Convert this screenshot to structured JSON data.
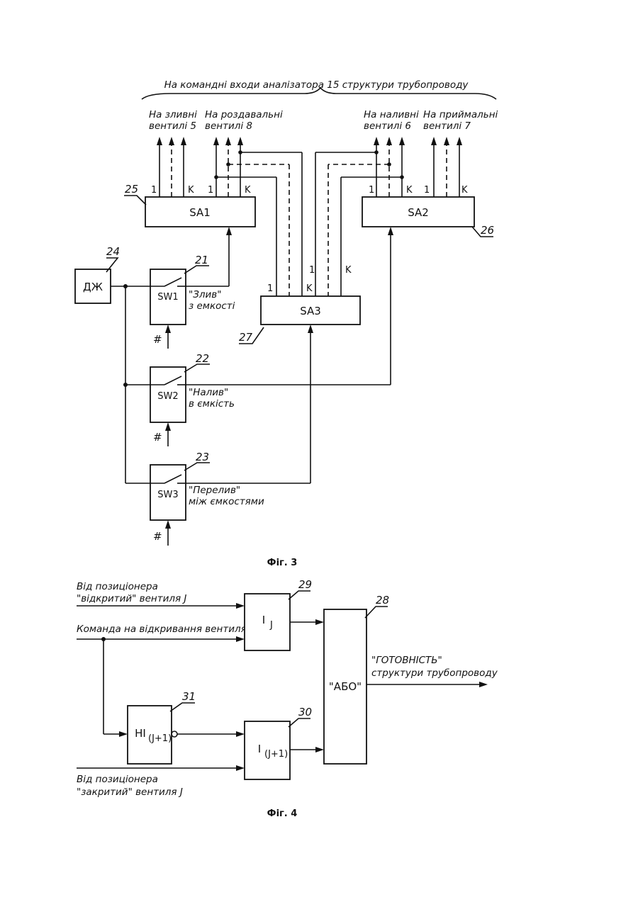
{
  "fig3": {
    "top_caption": "На командні входи аналізатора 15 структури трубопроводу",
    "outputs": {
      "drain_line1": "На зливні",
      "drain_line2": "вентилі 5",
      "dispense_line1": "На роздавальні",
      "dispense_line2": "вентилі 8",
      "fill_line1": "На наливні",
      "fill_line2": "вентилі 6",
      "receive_line1": "На приймальні",
      "receive_line2": "вентилі 7"
    },
    "pins": {
      "one": "1",
      "k": "K"
    },
    "blocks": {
      "sa1": "SA1",
      "sa2": "SA2",
      "sa3": "SA3",
      "dzh": "ДЖ",
      "sw1": "SW1",
      "sw2": "SW2",
      "sw3": "SW3"
    },
    "labels": {
      "n21": "21",
      "n22": "22",
      "n23": "23",
      "n24": "24",
      "n25": "25",
      "n26": "26",
      "n27": "27"
    },
    "switch_notes": {
      "sw1_line1": "\"Злив\"",
      "sw1_line2": "з емкості",
      "sw2_line1": "\"Налив\"",
      "sw2_line2": "в ємкість",
      "sw3_line1": "\"Перелив\"",
      "sw3_line2": "між ємкостями"
    },
    "hash": "#",
    "caption": "Фіг. 3"
  },
  "fig4": {
    "inputs": {
      "open_line1": "Від позиціонера",
      "open_line2": "\"відкритий\" вентиля J",
      "command": "Команда на відкривання вентиля J",
      "closed_line1": "Від позиціонера",
      "closed_line2": "\"закритий\" вентиля J"
    },
    "blocks": {
      "b29_main": "I",
      "b29_sub": "J",
      "b30_main": "I",
      "b30_sub": "(J+1)",
      "b31_main": "HI",
      "b31_sub": "(J+1)",
      "b28": "\"АБО\""
    },
    "labels": {
      "n28": "28",
      "n29": "29",
      "n30": "30",
      "n31": "31"
    },
    "output_line1": "\"ГОТОВНІСТЬ\"",
    "output_line2": "структури трубопроводу",
    "caption": "Фіг. 4"
  }
}
